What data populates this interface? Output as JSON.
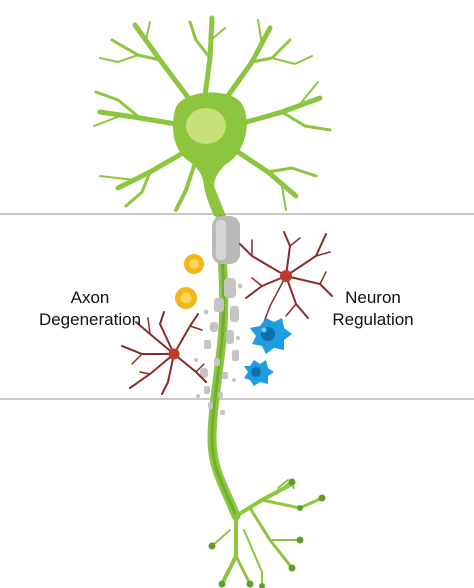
{
  "labels": {
    "left": {
      "line1": "Axon",
      "line2": "Degeneration"
    },
    "right": {
      "line1": "Neuron",
      "line2": "Regulation"
    }
  },
  "colors": {
    "neuron_green": "#8cc63f",
    "neuron_dark_green": "#5e9e2a",
    "nucleus": "#c7e07a",
    "myelin_gray": "#b9b9b9",
    "microglia_red": "#8a2a2a",
    "blue_cells": "#1e9de0",
    "yellow_cells": "#f2b51a",
    "divider": "#c8c8c8"
  },
  "icons": {
    "neuron": "neuron-icon",
    "microglia": "microglia-icon",
    "macrophage": "macrophage-icon",
    "yellow-cell": "yellow-cell-icon"
  }
}
